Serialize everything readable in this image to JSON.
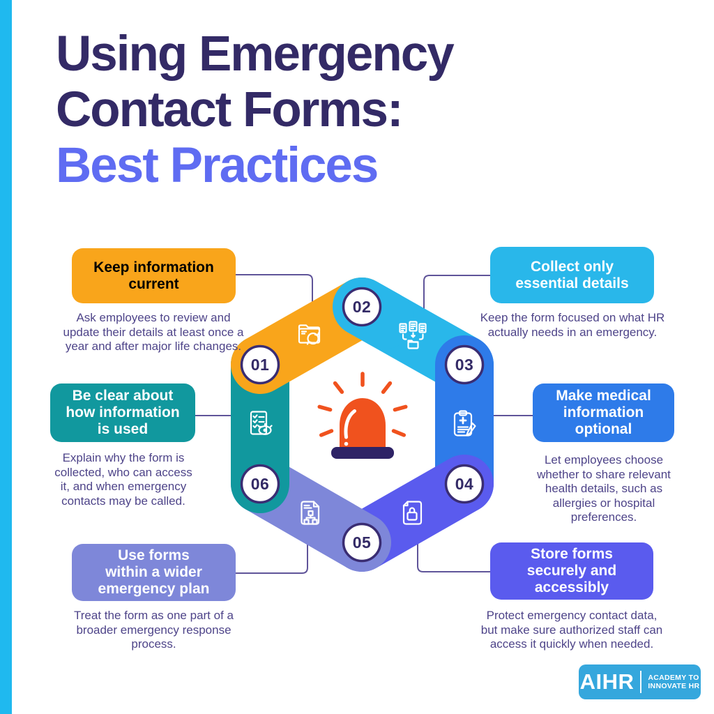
{
  "page": {
    "background": "#ffffff",
    "accent_stripe_color": "#1FB9EF"
  },
  "title": {
    "line1": "Using Emergency",
    "line2": "Contact Forms:",
    "line3": "Best Practices",
    "primary_color": "#332A66",
    "highlight_color": "#5F6CF2"
  },
  "connector_color": "#5F5499",
  "number_circle": {
    "fill": "#FFFFFF",
    "border": "#3A2D73",
    "text_color": "#332A66"
  },
  "center": {
    "icon": "emergency-siren-icon",
    "dome_color": "#F0521E",
    "base_color": "#2E2366",
    "ray_color": "#F0521E",
    "highlight_color": "#FFFFFF"
  },
  "items": [
    {
      "number": "01",
      "label": "Keep information\ncurrent",
      "label_color": "#332A66",
      "color": "#F9A51B",
      "icon": "folder-sync-icon",
      "description": "Ask employees to review and\nupdate their details at least once a\nyear and after major life changes."
    },
    {
      "number": "02",
      "label": "Collect only\nessential details",
      "label_color": "#FFFFFF",
      "color": "#29B7EA",
      "icon": "documents-to-folder-icon",
      "description": "Keep the form focused on what HR\nactually needs in an emergency."
    },
    {
      "number": "03",
      "label": "Make medical\ninformation\noptional",
      "label_color": "#FFFFFF",
      "color": "#2E7BE9",
      "icon": "medical-clipboard-icon",
      "description": "Let employees choose\nwhether to share relevant\nhealth details, such as\nallergies or hospital\npreferences."
    },
    {
      "number": "04",
      "label": "Store forms\nsecurely and\naccessibly",
      "label_color": "#FFFFFF",
      "color": "#5A5BEE",
      "icon": "document-lock-icon",
      "description": "Protect emergency contact data,\nbut make sure authorized staff can\naccess it quickly when needed."
    },
    {
      "number": "05",
      "label": "Use forms\nwithin a wider\nemergency plan",
      "label_color": "#FFFFFF",
      "color": "#7E87D9",
      "icon": "org-chart-document-icon",
      "description": "Treat the form as one part of a\nbroader emergency response\nprocess."
    },
    {
      "number": "06",
      "label": "Be clear about\nhow information\nis used",
      "label_color": "#FFFFFF",
      "color": "#11989E",
      "icon": "checklist-eye-icon",
      "description": "Explain why the form is\ncollected, who can access\nit, and when emergency\ncontacts may be called."
    }
  ],
  "footer": {
    "logo_text": "AIHR",
    "tagline_line1": "ACADEMY TO",
    "tagline_line2": "INNOVATE HR",
    "logo_bg": "#35A7DD",
    "logo_text_color": "#FFFFFF"
  }
}
